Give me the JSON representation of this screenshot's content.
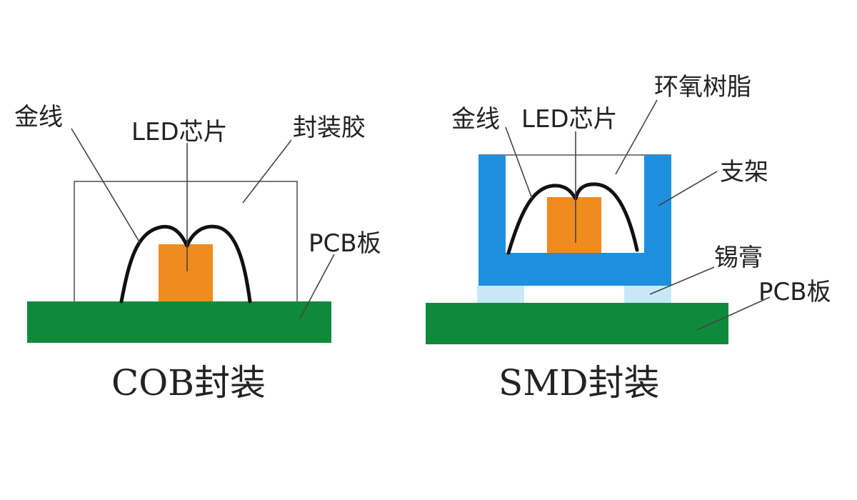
{
  "colors": {
    "pcb": "#0f8a3c",
    "chip": "#f08c1e",
    "bracket": "#1e90e0",
    "solder": "#c8e8f8",
    "wire": "#111111",
    "outline": "#555555"
  },
  "cob": {
    "labels": {
      "gold_wire": "金线",
      "led_chip": "LED芯片",
      "encapsulant": "封装胶",
      "pcb": "PCB板"
    },
    "caption": "COB封装"
  },
  "smd": {
    "labels": {
      "gold_wire": "金线",
      "led_chip": "LED芯片",
      "epoxy": "环氧树脂",
      "bracket": "支架",
      "solder": "锡膏",
      "pcb": "PCB板"
    },
    "caption": "SMD封装"
  }
}
